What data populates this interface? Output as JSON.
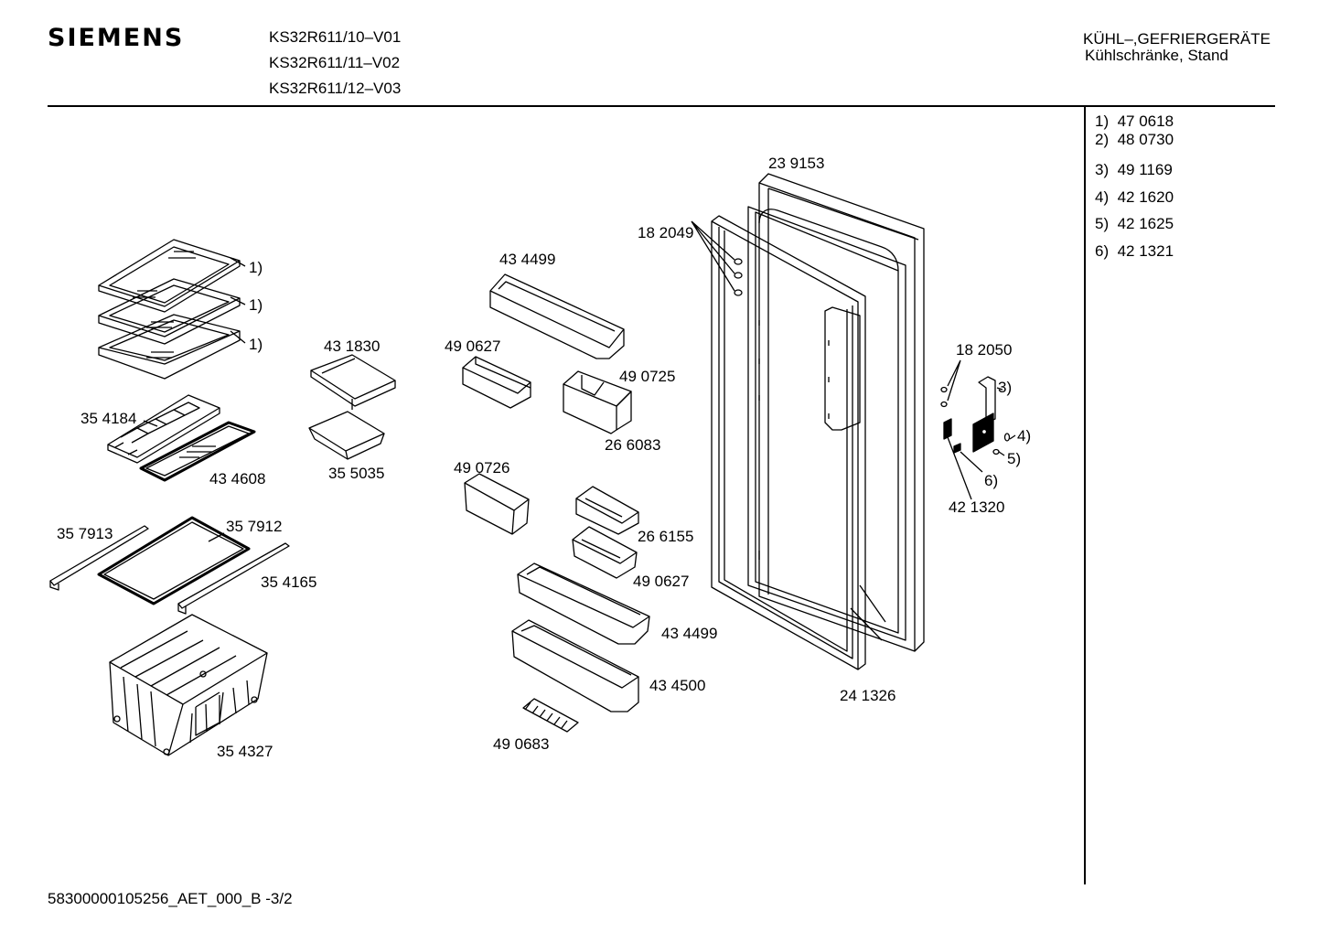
{
  "header": {
    "brand": "SIEMENS",
    "models": [
      "KS32R611/10–V01",
      "KS32R611/11–V02",
      "KS32R611/12–V03"
    ],
    "category": "KÜHL–,GEFRIERGERÄTE",
    "subcategory": "Kühlschränke, Stand"
  },
  "legend": [
    {
      "ref": "1)",
      "part": "47 0618"
    },
    {
      "ref": "2)",
      "part": "48 0730"
    },
    {
      "ref": "3)",
      "part": "49 1169"
    },
    {
      "ref": "4)",
      "part": "42 1620"
    },
    {
      "ref": "5)",
      "part": "42 1625"
    },
    {
      "ref": "6)",
      "part": "42 1321"
    }
  ],
  "labels": {
    "l_239153": "23 9153",
    "l_182049": "18 2049",
    "l_434499a": "43 4499",
    "l_shelf1": "1)",
    "l_shelf2": "1)",
    "l_shelf3": "1)",
    "l_431830": "43 1830",
    "l_490627a": "49 0627",
    "l_490725": "49 0725",
    "l_182050": "18 2050",
    "l_ref3": "3)",
    "l_ref4": "4)",
    "l_ref5": "5)",
    "l_ref6": "6)",
    "l_421320": "42 1320",
    "l_354184": "35 4184",
    "l_434608": "43 4608",
    "l_355035": "35 5035",
    "l_266083": "26 6083",
    "l_490726": "49 0726",
    "l_357913": "35 7913",
    "l_357912": "35 7912",
    "l_266155": "26 6155",
    "l_354165": "35 4165",
    "l_490627b": "49 0627",
    "l_434499b": "43 4499",
    "l_434500": "43 4500",
    "l_241326": "24 1326",
    "l_354327": "35 4327",
    "l_490683": "49 0683"
  },
  "footer": {
    "doc_id": "58300000105256_AET_000_B",
    "page": "-3/2"
  }
}
